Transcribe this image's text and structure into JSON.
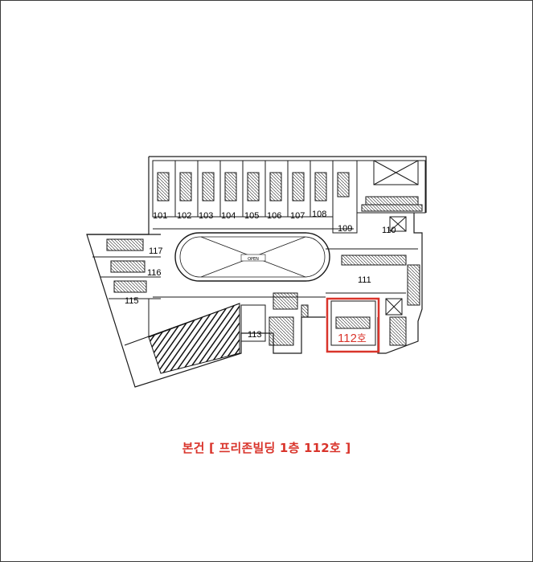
{
  "plan": {
    "rooms_top": [
      "101",
      "102",
      "103",
      "104",
      "105",
      "106",
      "107",
      "108",
      "109",
      "110"
    ],
    "rooms_side": [
      "117",
      "116",
      "115"
    ],
    "room_111": "111",
    "room_113": "113",
    "highlight_number": "112",
    "highlight_suffix": "호",
    "open_label": "OPEN"
  },
  "caption": {
    "text": "본건 [ 프리존빌딩 1층 112호 ]"
  },
  "colors": {
    "highlight": "#d9342b",
    "line": "#1a1a1a"
  }
}
